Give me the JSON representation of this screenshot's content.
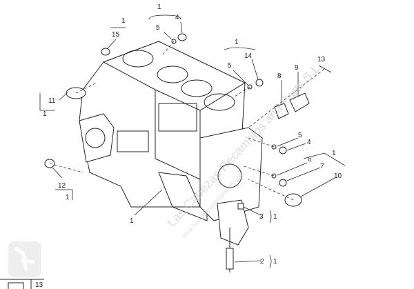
{
  "diagram": {
    "title": "Engine cylinder block exploded view",
    "callouts": [
      {
        "id": "c1a",
        "text": "1"
      },
      {
        "id": "c4a",
        "text": "4"
      },
      {
        "id": "c5a",
        "text": "5"
      },
      {
        "id": "c1b",
        "text": "1"
      },
      {
        "id": "c15",
        "text": "15"
      },
      {
        "id": "c1c",
        "text": "1"
      },
      {
        "id": "c14",
        "text": "14"
      },
      {
        "id": "c5b",
        "text": "5"
      },
      {
        "id": "c13a",
        "text": "13"
      },
      {
        "id": "c9",
        "text": "9"
      },
      {
        "id": "c8",
        "text": "8"
      },
      {
        "id": "c11",
        "text": "11"
      },
      {
        "id": "c1d",
        "text": "1"
      },
      {
        "id": "c5c",
        "text": "5"
      },
      {
        "id": "c4b",
        "text": "4"
      },
      {
        "id": "c1e",
        "text": "1"
      },
      {
        "id": "c6",
        "text": "6"
      },
      {
        "id": "c7",
        "text": "7"
      },
      {
        "id": "c10",
        "text": "10"
      },
      {
        "id": "c12",
        "text": "12"
      },
      {
        "id": "c1f",
        "text": "1"
      },
      {
        "id": "c1g",
        "text": "1"
      },
      {
        "id": "c3",
        "text": "3"
      },
      {
        "id": "c1h",
        "text": "1"
      },
      {
        "id": "c2",
        "text": "2"
      },
      {
        "id": "c1i",
        "text": "1"
      }
    ],
    "frame_label": "13",
    "watermark": "Las Cabezas Recambios and Parts S.L.",
    "watermark_sub": "www.lascabezasrecambios.com"
  }
}
